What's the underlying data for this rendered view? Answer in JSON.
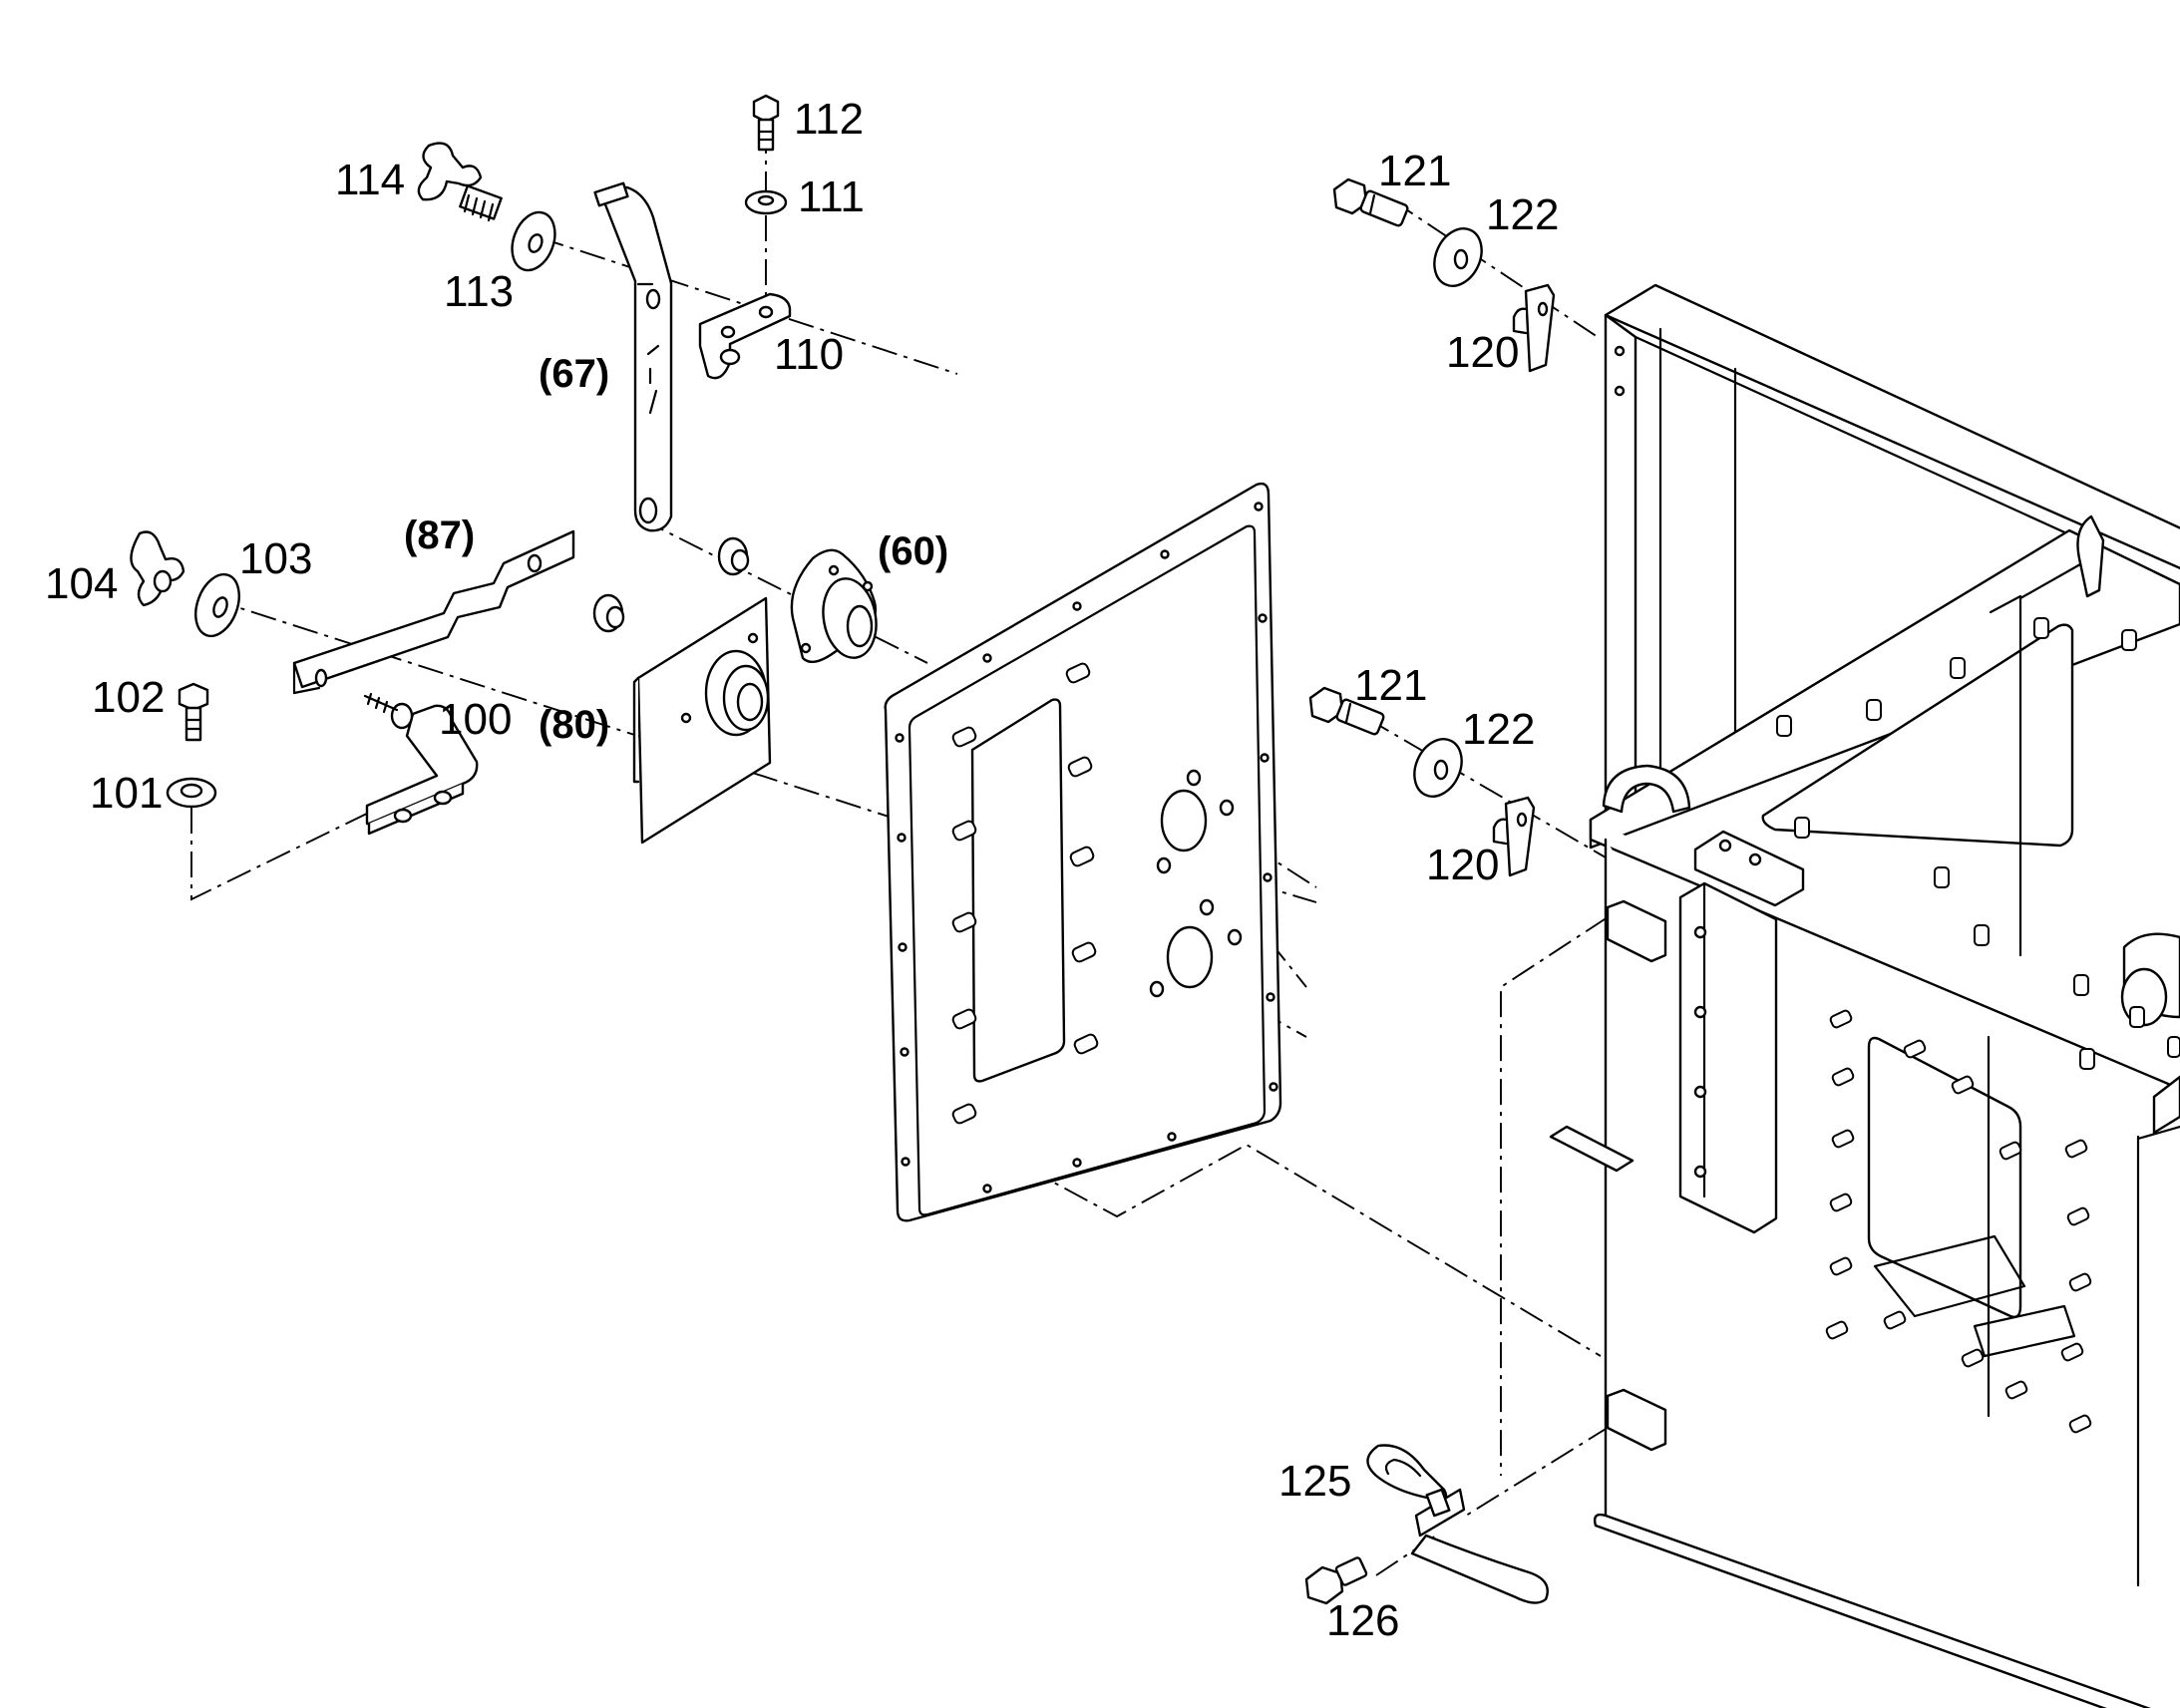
{
  "labels": {
    "p112": "112",
    "p111": "111",
    "p114": "114",
    "p113": "113",
    "p110": "110",
    "p67": "(67)",
    "p87": "(87)",
    "p104": "104",
    "p103": "103",
    "p102": "102",
    "p100": "100",
    "p101": "101",
    "p80": "(80)",
    "p60": "(60)",
    "p121a": "121",
    "p122a": "122",
    "p120a": "120",
    "p121b": "121",
    "p122b": "122",
    "p120b": "120",
    "p125": "125",
    "p126": "126"
  }
}
